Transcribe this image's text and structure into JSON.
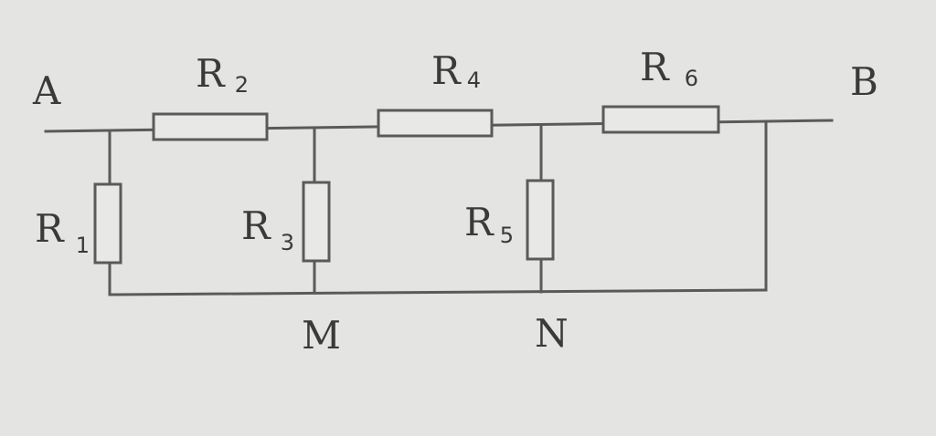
{
  "terminals": {
    "a": "A",
    "b": "B"
  },
  "nodes": {
    "m": "M",
    "n": "N"
  },
  "resistors": {
    "r1": {
      "letter": "R",
      "index": "1"
    },
    "r2": {
      "letter": "R",
      "index": "2"
    },
    "r3": {
      "letter": "R",
      "index": "3"
    },
    "r4": {
      "letter": "R",
      "index": "4"
    },
    "r5": {
      "letter": "R",
      "index": "5"
    },
    "r6": {
      "letter": "R",
      "index": "6"
    }
  }
}
